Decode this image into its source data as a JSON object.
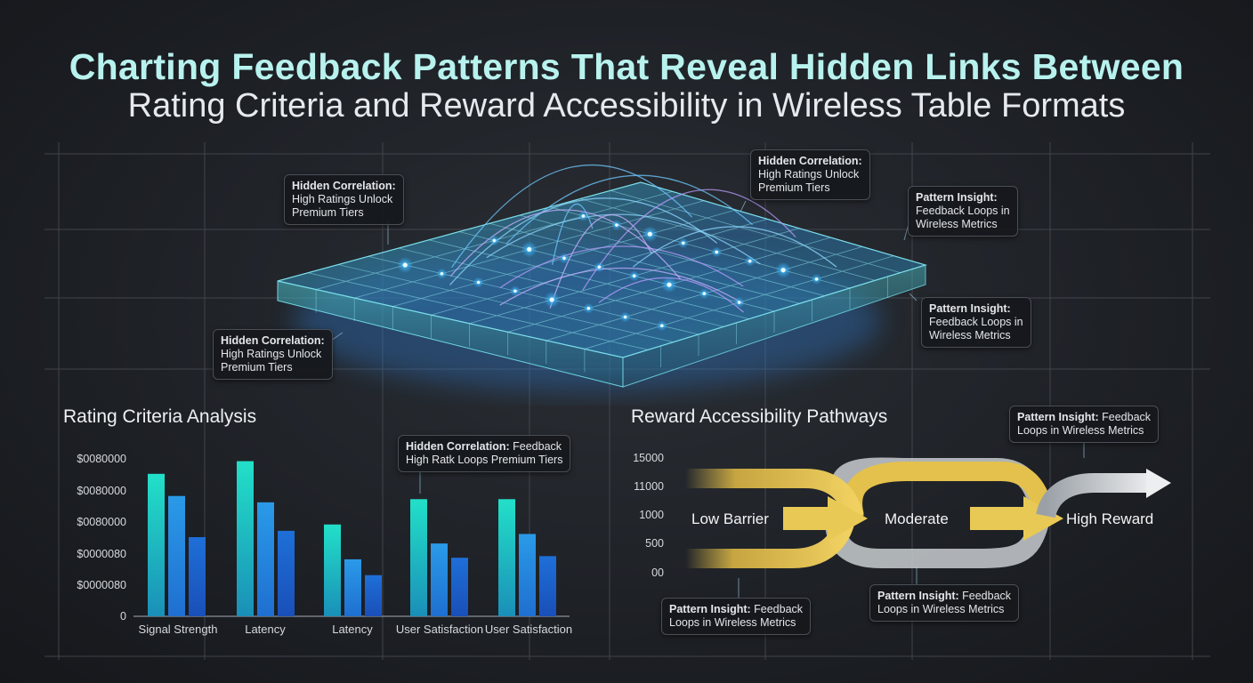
{
  "title": {
    "line1": "Charting Feedback Patterns That Reveal Hidden Links Between",
    "line2": "Rating Criteria and Reward Accessibility in Wireless Table Formats"
  },
  "callouts": {
    "c1": {
      "title": "Hidden Correlation:",
      "body1": "High Ratings Unlock",
      "body2": "Premium Tiers"
    },
    "c2": {
      "title": "Hidden Correlation:",
      "body1": "High Ratings Unlock",
      "body2": "Premium Tiers"
    },
    "c3": {
      "title": "Pattern Insight:",
      "body1": "Feedback Loops in",
      "body2": "Wireless Metrics"
    },
    "c4": {
      "title": "Pattern Insight:",
      "body1": "Feedback Loops in",
      "body2": "Wireless Metrics"
    },
    "c5": {
      "title": "Hidden Correlation:",
      "body1": "High Ratings Unlock",
      "body2": "Premium Tiers"
    },
    "c6": {
      "title": "Hidden Correlation:",
      "body1": " Feedback",
      "body2": "High Ratk Loops Premium Tiers"
    },
    "c7": {
      "title": "Pattern Insight:",
      "body1": " Feedback",
      "body2": "Loops in Wireless Metrics"
    },
    "c8": {
      "title": "Pattern Insight:",
      "body1": " Feedback",
      "body2": "Loops in Wireless Metrics"
    },
    "c9": {
      "title": "Pattern Insight:",
      "body1": " Feedback",
      "body2": "Loops in Wireless Metrics"
    }
  },
  "colors": {
    "bar_teal": "#1fd6c2",
    "bar_blue": "#1f8fe0",
    "bar_deep": "#1a63c9",
    "gold": "#e6c44e",
    "silver": "#c8ccd0",
    "grid": "#4a4e55",
    "glow": "#5fd0ff"
  },
  "chart_data": [
    {
      "type": "bar",
      "title": "Rating Criteria Analysis",
      "ytick_labels": [
        "$0080000",
        "$0080000",
        "$0080000",
        "$0000080",
        "$0000080",
        "0"
      ],
      "ytick_values": [
        5,
        4,
        3,
        2,
        1,
        0
      ],
      "ylim": [
        0,
        5
      ],
      "categories": [
        "Signal Strength",
        "Latency",
        "Latency",
        "User Satisfaction",
        "User Satisfaction"
      ],
      "series": [
        {
          "values": [
            4.5,
            3.8,
            2.5
          ]
        },
        {
          "values": [
            4.9,
            3.6,
            2.7
          ]
        },
        {
          "values": [
            2.9,
            1.8,
            1.3
          ]
        },
        {
          "values": [
            3.7,
            2.3,
            1.85
          ]
        },
        {
          "values": [
            3.7,
            2.6,
            1.9
          ]
        }
      ],
      "grid": false
    },
    {
      "type": "area",
      "title": "Reward Accessibility Pathways",
      "ytick_labels": [
        "15000",
        "11000",
        "1000",
        "500",
        "00"
      ],
      "stages": [
        "Low Barrier",
        "Moderate",
        "High Reward"
      ],
      "grid": false
    }
  ]
}
